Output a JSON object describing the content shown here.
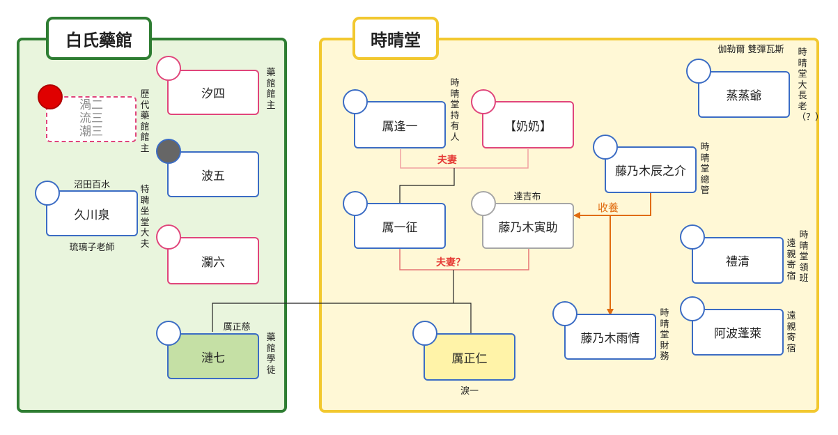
{
  "groups": {
    "left": {
      "title": "白氏藥館",
      "color": "#2e7d32",
      "fill": "#e9f5dd"
    },
    "right": {
      "title": "時晴堂",
      "color": "#f2c82f",
      "fill": "#fff8d6"
    }
  },
  "nodes": {
    "xisi": {
      "name": "汐四",
      "role": "藥館館主"
    },
    "lidai": {
      "names": [
        "渦二",
        "流三",
        "潮三"
      ],
      "role": "歷代藥館館主"
    },
    "bowu": {
      "name": "波五"
    },
    "jiuchuan": {
      "name": "久川泉",
      "top": "沼田百水",
      "bottom": "琉璃子老師",
      "role": "特聘坐堂大夫"
    },
    "lanliu": {
      "name": "瀾六"
    },
    "lianqi": {
      "name": "漣七",
      "top": "厲正慈",
      "role": "藥館學徒"
    },
    "lifengyi": {
      "name": "厲逢一",
      "role": "時晴堂持有人"
    },
    "nainai": {
      "name": "【奶奶】"
    },
    "liyizheng": {
      "name": "厲一征"
    },
    "yinzhu": {
      "name": "藤乃木寅助",
      "top": "達吉布"
    },
    "lizhengren": {
      "name": "厲正仁",
      "bottom": "淚一"
    },
    "chenzhijie": {
      "name": "藤乃木辰之介",
      "role": "時晴堂總管"
    },
    "yuqing": {
      "name": "藤乃木雨情",
      "role": "時晴堂財務"
    },
    "zhengye": {
      "name": "蒸蒸爺",
      "top": "伽勒爾 雙彈瓦斯",
      "role": "時晴堂大長老（？）"
    },
    "liqing": {
      "name": "禮清",
      "role1": "遠親寄宿",
      "role2": "時晴堂領班"
    },
    "abopenglai": {
      "name": "阿波蓬萊",
      "role": "遠親寄宿"
    }
  },
  "relations": {
    "fuqi1": "夫妻",
    "fuqi2": "夫妻？",
    "shouyang": "收養"
  },
  "colors": {
    "blue": "#3b6cc4",
    "pink": "#e0457b",
    "grey": "#a6a6a6",
    "orange": "#e06c10",
    "relation_red": "#e53935",
    "lianqi_fill": "#c5e0a5",
    "zhengren_fill": "#fff3a8"
  }
}
